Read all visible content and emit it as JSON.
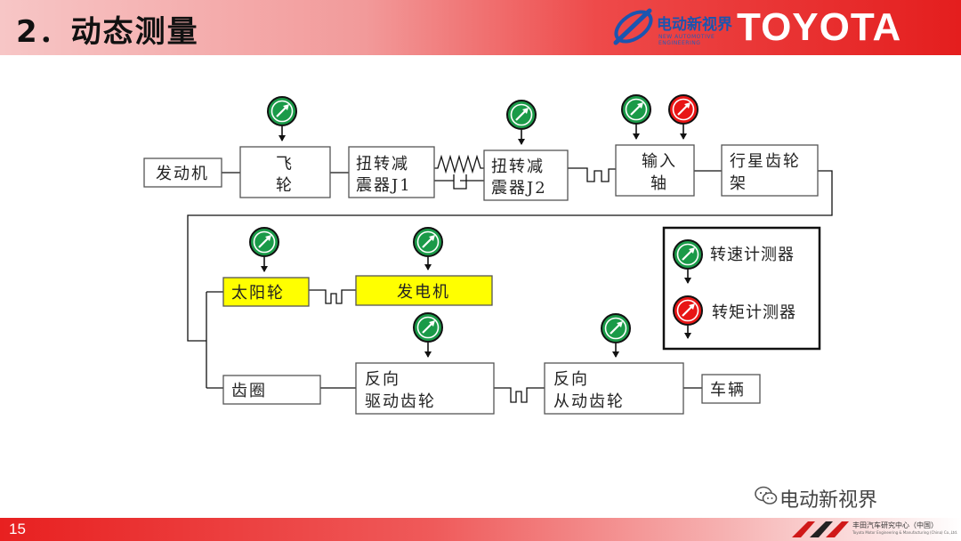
{
  "header": {
    "title": "2．动态测量",
    "brand": "TOYOTA",
    "logo_cn": "电动新视界",
    "logo_en": "NEW AUTOMOTIVE ENGINEERING"
  },
  "diagram": {
    "boxes": {
      "engine": {
        "lines": [
          "发动机"
        ]
      },
      "flywheel": {
        "lines": [
          "飞",
          "轮"
        ]
      },
      "damper_j1": {
        "lines": [
          "扭转减",
          "震器J1"
        ]
      },
      "damper_j2": {
        "lines": [
          "扭转减",
          "震器J2"
        ]
      },
      "input_shaft": {
        "lines": [
          "输入",
          "轴"
        ]
      },
      "planet_carrier": {
        "lines": [
          "行星齿轮",
          "架"
        ]
      },
      "sun_gear": {
        "lines": [
          "太阳轮"
        ]
      },
      "generator": {
        "lines": [
          "发电机"
        ]
      },
      "ring_gear": {
        "lines": [
          "齿圈"
        ]
      },
      "reverse_drive_gear": {
        "lines": [
          "反向",
          "驱动齿轮"
        ]
      },
      "reverse_driven_gear": {
        "lines": [
          "反向",
          "从动齿轮"
        ]
      },
      "vehicle": {
        "lines": [
          "车辆"
        ]
      }
    },
    "legend": {
      "speed_label": "转速计测器",
      "torque_label": "转矩计测器"
    },
    "colors": {
      "speed_sensor": "#1a9a48",
      "torque_sensor": "#e81515",
      "highlight_box": "#ffff00"
    }
  },
  "footer": {
    "page_number": "15",
    "watermark": "电动新视界",
    "org_cn": "丰田汽车研究中心（中国）",
    "org_en": "Toyota Motor Engineering & Manufacturing (China) Co.,Ltd."
  }
}
